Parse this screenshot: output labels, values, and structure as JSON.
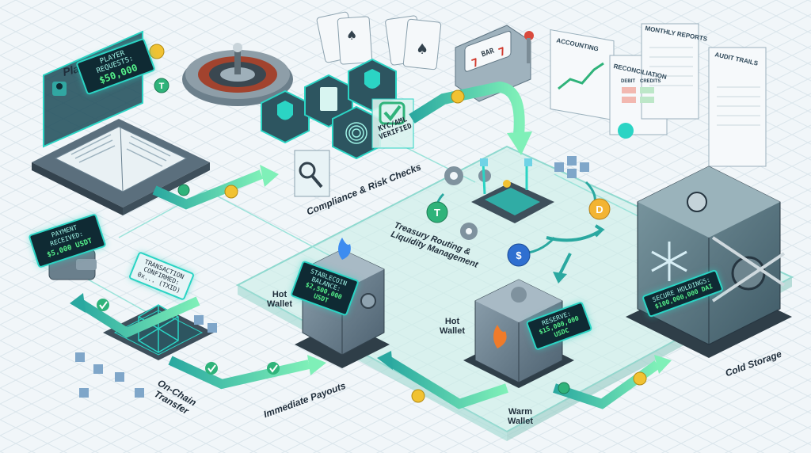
{
  "labels": {
    "player_ledger": "Player Ledger",
    "compliance": "Compliance & Risk Checks",
    "treasury": "Treasury Routing & Liquidity Management",
    "hot_wallet_left": "Hot Wallet",
    "hot_wallet_mid": "Hot Wallet",
    "warm_wallet": "Warm Wallet",
    "cold_storage": "Cold Storage",
    "on_chain_transfer": "On-Chain Transfer",
    "immediate_payouts": "Immediate Payouts"
  },
  "screens": {
    "player_request_label": "PLAYER REQUESTS:",
    "player_request_amount": "$50,000",
    "payment_received_label": "PAYMENT RECEIVED:",
    "payment_received_amount": "$5,000 USDT",
    "tx_line1": "TRANSACTION",
    "tx_line2": "CONFIRMED:",
    "tx_line3": "0x... (TXID)",
    "hot_balance_line1": "STABLECOIN",
    "hot_balance_line2": "BALANCE:",
    "hot_balance_amount": "$2,500,000 USDT",
    "warm_reserve_label": "RESERVE:",
    "warm_reserve_amount": "$15,000,000 USDC",
    "cold_label": "SECURE HOLDINGS:",
    "cold_amount": "$100,000,000 DAI"
  },
  "badges": {
    "kyc_line1": "KYC/AML",
    "kyc_line2": "VERIFIED"
  },
  "documents": {
    "accounting": "ACCOUNTING",
    "monthly_reports": "MONTHLY REPORTS",
    "reconciliation": "RECONCILIATION",
    "debit": "DEBIT",
    "credits": "CREDITS",
    "audit_trails": "AUDIT TRAILS"
  },
  "slot": {
    "reel_mid": "BAR",
    "reel_left": "7",
    "reel_right": "7"
  },
  "colors": {
    "teal": "#2bd4c4",
    "green_arrow": "#3fc79a",
    "platform": "#d7f2ee",
    "metal": "#5e7482",
    "dark_metal": "#2f3e48",
    "coin_gold": "#f1c232",
    "fire": "#f07b2a",
    "flame_blue": "#3d8cf0"
  },
  "icons": [
    "wallet-icon",
    "coin-icon",
    "tether-icon",
    "usdc-icon",
    "dai-icon",
    "shield-icon",
    "checklist-icon",
    "fingerprint-icon",
    "magnifier-icon",
    "check-icon",
    "gear-icon",
    "snowflake-icon",
    "flame-icon",
    "chain-icon",
    "card-icon",
    "roulette-icon",
    "slot-machine-icon",
    "blockchain-icon",
    "chip-icon"
  ]
}
